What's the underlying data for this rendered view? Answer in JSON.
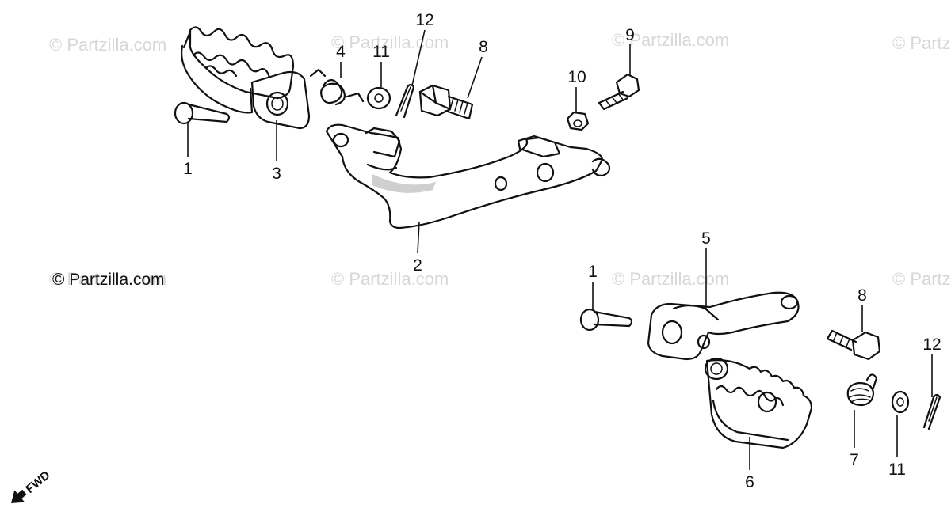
{
  "watermarks": [
    "© Partzilla.com",
    "© Partzilla.com",
    "© Partzilla.com",
    "© Partzilla.com",
    "© Partzilla.com",
    "© Partzilla.com",
    "© Partzilla.com",
    "© Partzilla.com"
  ],
  "copyright": "© Partzilla.com",
  "direction_label": "FWD",
  "callouts": [
    "1",
    "3",
    "4",
    "11",
    "12",
    "8",
    "10",
    "9",
    "2",
    "5",
    "1",
    "8",
    "12",
    "7",
    "11",
    "6"
  ]
}
